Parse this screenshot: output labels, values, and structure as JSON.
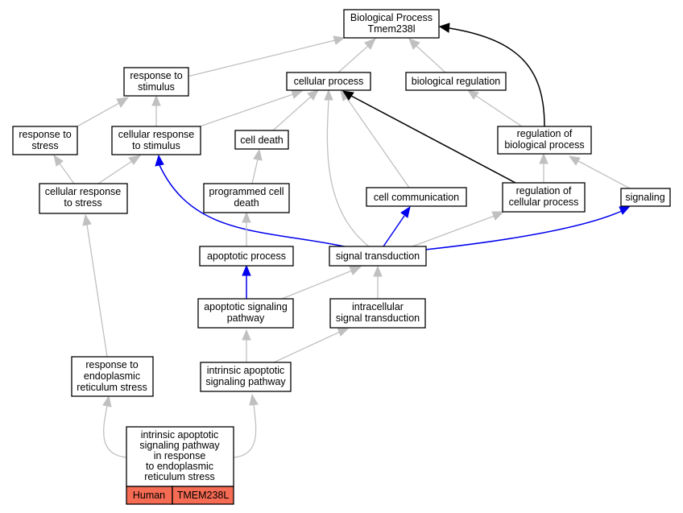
{
  "colors": {
    "gray_edge": "#c0c0c0",
    "blue_edge": "#0000ee",
    "black_edge": "#000000",
    "tag_fill": "#f56b53"
  },
  "nodes": {
    "bp_root": [
      "Biological Process",
      "Tmem238l"
    ],
    "response_to_stimulus": [
      "response to",
      "stimulus"
    ],
    "cellular_process": [
      "cellular process"
    ],
    "biological_regulation": [
      "biological regulation"
    ],
    "response_to_stress": [
      "response to",
      "stress"
    ],
    "cellular_response_to_stimulus": [
      "cellular response",
      "to stimulus"
    ],
    "cell_death": [
      "cell death"
    ],
    "regulation_of_biological_process": [
      "regulation of",
      "biological process"
    ],
    "cellular_response_to_stress": [
      "cellular response",
      "to stress"
    ],
    "programmed_cell_death": [
      "programmed cell",
      "death"
    ],
    "cell_communication": [
      "cell communication"
    ],
    "regulation_of_cellular_process": [
      "regulation of",
      "cellular process"
    ],
    "signaling": [
      "signaling"
    ],
    "apoptotic_process": [
      "apoptotic process"
    ],
    "signal_transduction": [
      "signal transduction"
    ],
    "apoptotic_signaling_pathway": [
      "apoptotic signaling",
      "pathway"
    ],
    "intracellular_signal_transduction": [
      "intracellular",
      "signal transduction"
    ],
    "response_to_er_stress": [
      "response to",
      "endoplasmic",
      "reticulum stress"
    ],
    "intrinsic_apoptotic_signaling_pathway": [
      "intrinsic apoptotic",
      "signaling pathway"
    ],
    "focus_term": [
      "intrinsic apoptotic",
      "signaling pathway",
      "in response",
      "to endoplasmic",
      "reticulum stress"
    ]
  },
  "focus_tags": {
    "species": "Human",
    "gene": "TMEM238L"
  }
}
